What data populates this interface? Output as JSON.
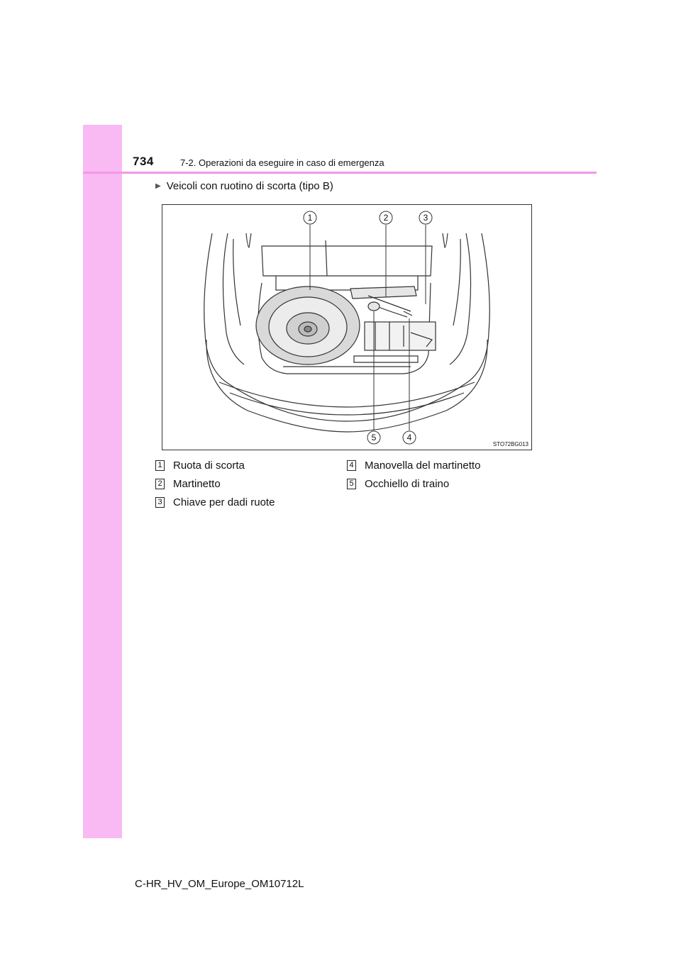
{
  "header": {
    "page_number": "734",
    "section_title": "7-2. Operazioni da eseguire in caso di emergenza"
  },
  "subheading": {
    "arrow_icon": "triangle-right-icon",
    "text": "Veicoli con ruotino di scorta (tipo B)"
  },
  "figure": {
    "code": "STO72BG013",
    "callouts": [
      "1",
      "2",
      "3",
      "4",
      "5"
    ]
  },
  "legend": [
    {
      "num": "1",
      "label": "Ruota di scorta"
    },
    {
      "num": "2",
      "label": "Martinetto"
    },
    {
      "num": "3",
      "label": "Chiave per dadi ruote"
    },
    {
      "num": "4",
      "label": "Manovella del martinetto"
    },
    {
      "num": "5",
      "label": "Occhiello di traino"
    }
  ],
  "footer": {
    "doc_code": "C-HR_HV_OM_Europe_OM10712L"
  },
  "colors": {
    "side_strip": "#f9b9f2",
    "header_rule": "#f398e4"
  }
}
